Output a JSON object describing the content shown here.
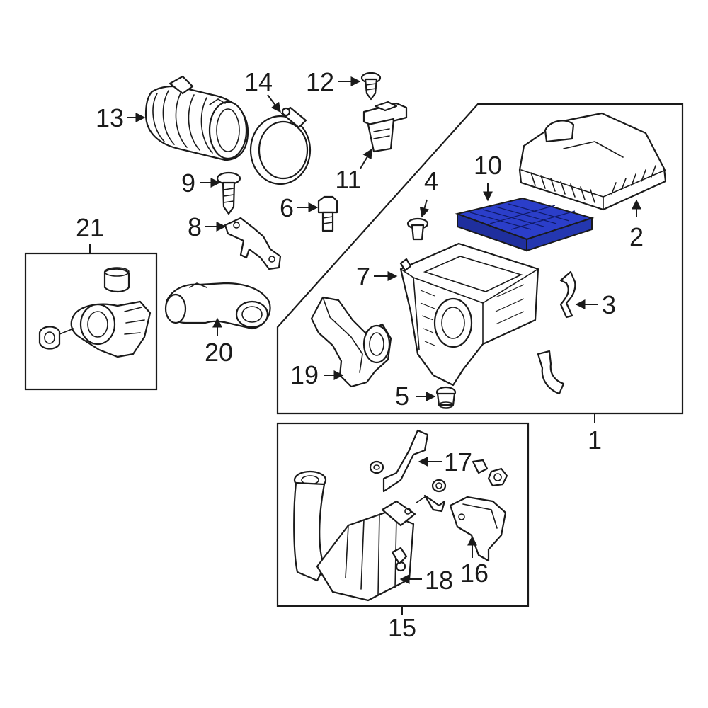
{
  "colors": {
    "line": "#1a1a1a",
    "highlight_part": "#2b3ec9",
    "background": "#ffffff"
  },
  "callouts": [
    {
      "id": "1",
      "label": "1"
    },
    {
      "id": "2",
      "label": "2"
    },
    {
      "id": "3",
      "label": "3"
    },
    {
      "id": "4",
      "label": "4"
    },
    {
      "id": "5",
      "label": "5"
    },
    {
      "id": "6",
      "label": "6"
    },
    {
      "id": "7",
      "label": "7"
    },
    {
      "id": "8",
      "label": "8"
    },
    {
      "id": "9",
      "label": "9"
    },
    {
      "id": "10",
      "label": "10"
    },
    {
      "id": "11",
      "label": "11"
    },
    {
      "id": "12",
      "label": "12"
    },
    {
      "id": "13",
      "label": "13"
    },
    {
      "id": "14",
      "label": "14"
    },
    {
      "id": "15",
      "label": "15"
    },
    {
      "id": "16",
      "label": "16"
    },
    {
      "id": "17",
      "label": "17"
    },
    {
      "id": "18",
      "label": "18"
    },
    {
      "id": "19",
      "label": "19"
    },
    {
      "id": "20",
      "label": "20"
    },
    {
      "id": "21",
      "label": "21"
    }
  ]
}
